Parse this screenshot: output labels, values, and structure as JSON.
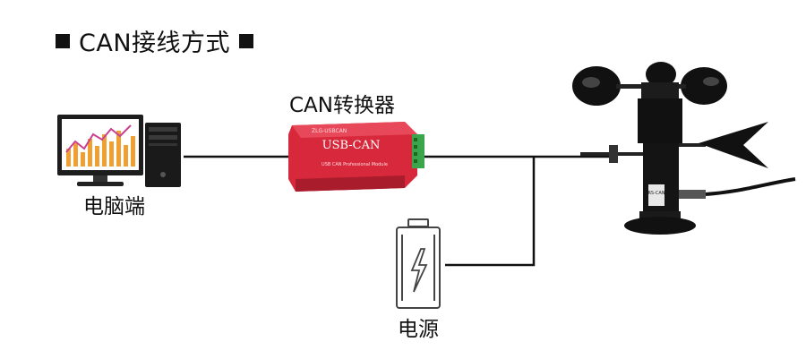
{
  "title": {
    "text": "CAN接线方式"
  },
  "nodes": {
    "pc": {
      "label": "电脑端"
    },
    "converter": {
      "label": "CAN转换器",
      "device_text": "USB-CAN",
      "device_small_text": "ZLG-USBCAN",
      "device_bottom_text": "USB CAN Professional Module"
    },
    "power": {
      "label": "电源"
    },
    "sensor": {
      "tag_text": "RS-CAN"
    }
  },
  "colors": {
    "converter_body": "#d8283b",
    "wire": "#111111",
    "chart_bars": "#f0a030",
    "chart_line": "#c94090",
    "battery_outline": "#444444"
  }
}
